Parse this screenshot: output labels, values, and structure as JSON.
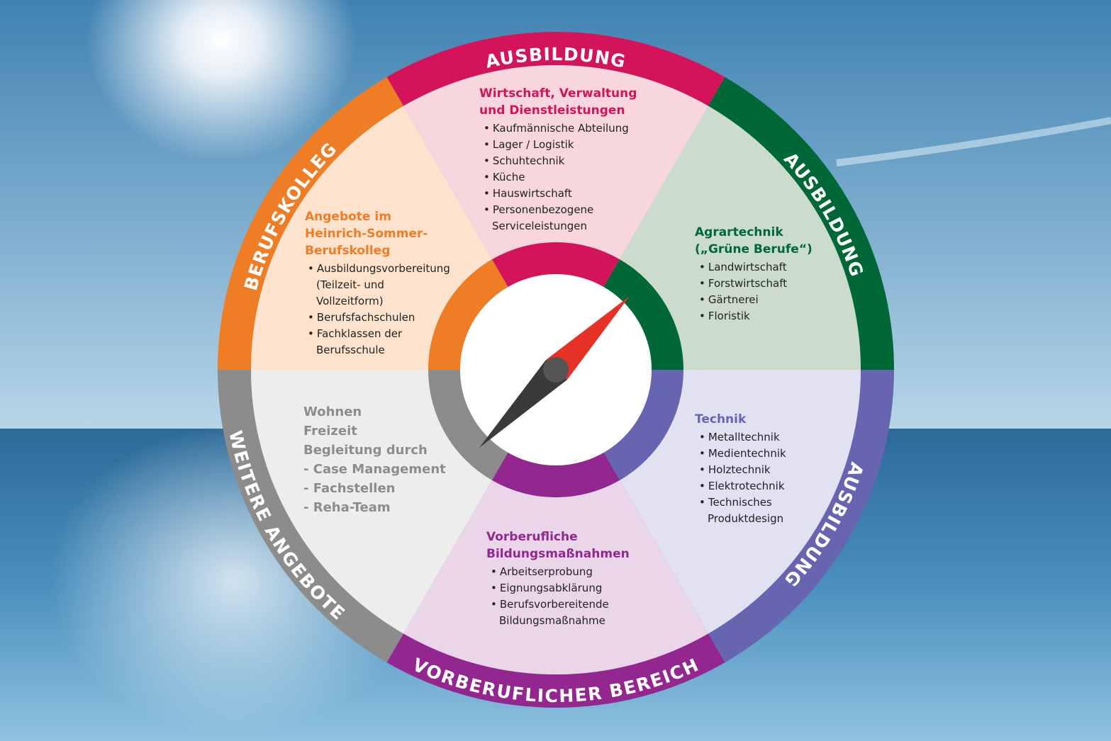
{
  "colors": {
    "sky_top": "#3d7fae",
    "sky_bottom": "#bcd7e8",
    "sea": "#2f6f9e",
    "ring_magenta": "#d4145a",
    "ring_green": "#006837",
    "ring_blue": "#6865b0",
    "ring_purple": "#93278f",
    "ring_gray": "#8c8c8c",
    "ring_orange": "#ee7d26"
  },
  "ring_labels": {
    "top": "AUSBILDUNG",
    "top_right": "AUSBILDUNG",
    "bottom_right": "AUSBILDUNG",
    "bottom": "VORBERUFLICHER BEREICH",
    "bottom_left": "WEITERE ANGEBOTE",
    "top_left": "BERUFSKOLLEG"
  },
  "segments": {
    "top": {
      "title_line1": "Wirtschaft, Verwaltung",
      "title_line2": "und Dienstleistungen",
      "items": [
        "Kaufmännische Abteilung",
        "Lager / Logistik",
        "Schuhtechnik",
        "Küche",
        "Hauswirtschaft",
        "Personenbezogene Serviceleistungen"
      ]
    },
    "top_right": {
      "title_line1": "Agrartechnik",
      "title_line2": "(„Grüne Berufe“)",
      "items": [
        "Landwirtschaft",
        "Forstwirtschaft",
        "Gärtnerei",
        "Floristik"
      ]
    },
    "bottom_right": {
      "title_line1": "Technik",
      "items": [
        "Metalltechnik",
        "Medientechnik",
        "Holztechnik",
        "Elektrotechnik",
        "Technisches Produktdesign"
      ]
    },
    "bottom": {
      "title_line1": "Vorberufliche",
      "title_line2": "Bildungsmaßnahmen",
      "items": [
        "Arbeitserprobung",
        "Eignungsabklärung",
        "Berufsvorbereitende Bildungsmaßnahme"
      ]
    },
    "bottom_left": {
      "lines": [
        "Wohnen",
        "Freizeit",
        "Begleitung durch",
        "- Case Management",
        "- Fachstellen",
        "- Reha-Team"
      ]
    },
    "top_left": {
      "title_line1": "Angebote im",
      "title_line2": "Heinrich-Sommer-",
      "title_line3": "Berufskolleg",
      "items": [
        "Ausbildungsvorbereitung (Teilzeit- und Vollzeitform)",
        "Berufsfachschulen",
        "Fachklassen der Berufsschule"
      ]
    }
  },
  "icons": {
    "center": "compass-needle-icon"
  }
}
